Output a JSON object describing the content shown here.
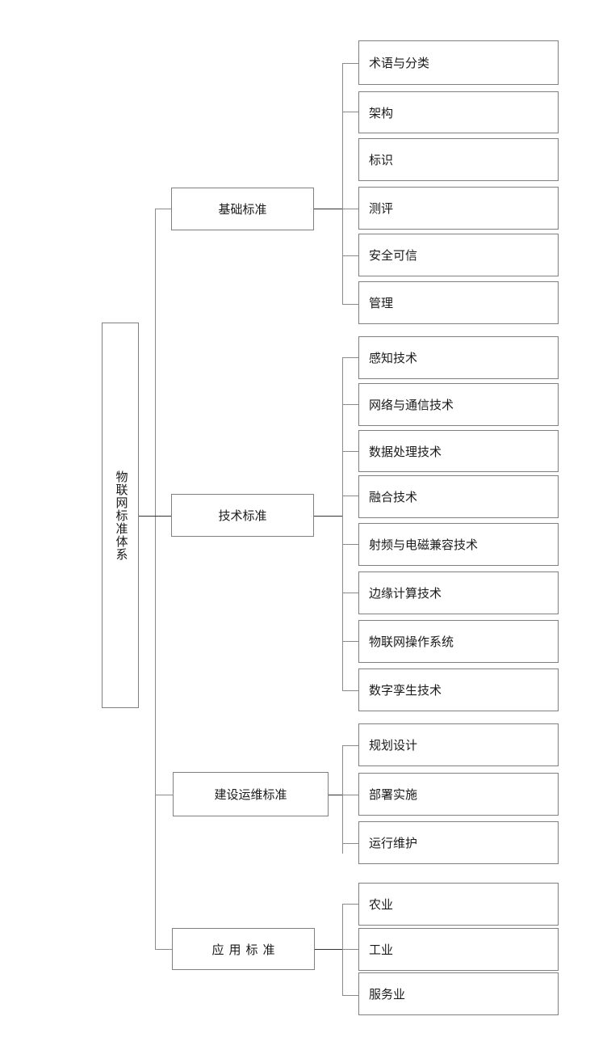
{
  "diagram": {
    "title": "物联网标准体系",
    "type": "tree",
    "orientation": "left-to-right",
    "root": {
      "label": "物联网标准体系",
      "writing_mode": "vertical"
    },
    "colors": {
      "box_border": "#808080",
      "connector": "#8a8a8a",
      "connector_dark": "#333333",
      "text": "#1a1a1a",
      "background": "#ffffff"
    },
    "branches": [
      {
        "label": "基础标准",
        "children": [
          "术语与分类",
          "架构",
          "标识",
          "测评",
          "安全可信",
          "管理"
        ]
      },
      {
        "label": "技术标准",
        "children": [
          "感知技术",
          "网络与通信技术",
          "数据处理技术",
          "融合技术",
          "射频与电磁兼容技术",
          "边缘计算技术",
          "物联网操作系统",
          "数字孪生技术"
        ]
      },
      {
        "label": "建设运维标准",
        "children": [
          "规划设计",
          "部署实施",
          "运行维护"
        ]
      },
      {
        "label": "应用 标准",
        "label_spaced": "应用标准",
        "children": [
          "农业",
          "工业",
          "服务业"
        ]
      }
    ]
  }
}
